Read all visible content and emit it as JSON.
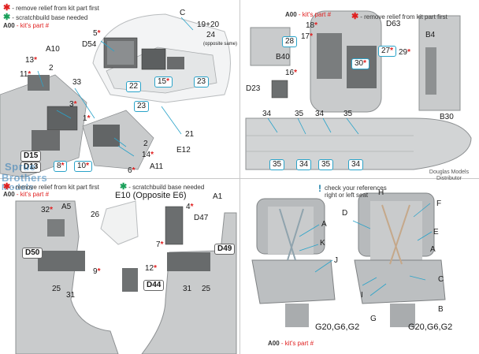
{
  "legend_top": {
    "remove_relief": "- remove relief from kit part first",
    "scratchbuild": "- scratchbuild base needed"
  },
  "legend_bottom": {
    "remove_relief": "- remove relief from kit part first",
    "scratchbuild": "- scratchbuild base needed"
  },
  "legend_tr": {
    "remove_relief": "- remove relief from kit part first"
  },
  "kits_part": "- kit's part #",
  "part_code": "A00",
  "seat_note": "check your references right or left seat",
  "watermark_top": "Sprue",
  "watermark_bottom": "Brothers",
  "watermark_mod": "Models",
  "distributor": "Douglas Models Distributor",
  "labels_tl": {
    "c": "C",
    "d54": "D54",
    "n5": "5",
    "n19_20": "19+20",
    "n24": "24",
    "opposite_same": "(opposite same)",
    "a10": "A10",
    "n13": "13",
    "n11": "11",
    "n2a": "2",
    "n33": "33",
    "n3": "3",
    "n1": "1",
    "n22": "22",
    "n15": "15",
    "n23a": "23",
    "n23b": "23",
    "n21": "21",
    "e12": "E12",
    "n2b": "2",
    "n14": "14",
    "a11": "A11",
    "n6": "6",
    "n8": "8",
    "n10": "10",
    "d15": "D15",
    "d13": "D13"
  },
  "labels_tr": {
    "d63": "D63",
    "b4": "B4",
    "n18": "18",
    "n17": "17",
    "n27": "27",
    "n30": "30",
    "n29": "29",
    "n28": "28",
    "b40": "B40",
    "n16": "16",
    "d23": "D23",
    "b30": "B30",
    "n34a": "34",
    "n35a": "35",
    "n34b": "34",
    "n35b": "35",
    "n35c": "35",
    "n34c": "34",
    "n35d": "35",
    "n34d": "34"
  },
  "labels_bl": {
    "e10": "E10 (Opposite E6)",
    "a1": "A1",
    "n32": "32",
    "a5": "A5",
    "n26": "26",
    "n4": "4",
    "d47": "D47",
    "d50": "D50",
    "n9": "9",
    "n7": "7",
    "d49": "D49",
    "n12": "12",
    "d44": "D44",
    "n25a": "25",
    "n31a": "31",
    "n31b": "31",
    "n25b": "25"
  },
  "labels_br": {
    "h": "H",
    "d": "D",
    "f": "F",
    "a_left": "A",
    "k": "K",
    "e": "E",
    "j": "J",
    "a_right": "A",
    "c": "C",
    "i": "I",
    "g": "G",
    "b": "B",
    "g20a": "G20,G6,G2",
    "g20b": "G20,G6,G2"
  },
  "colors": {
    "accent": "#2aa3c9",
    "remove_star": "#e02020",
    "scratch_star": "#1aa05a",
    "kit_grey": "#c9cbcc",
    "kit_grey_dark": "#9ea2a4"
  }
}
